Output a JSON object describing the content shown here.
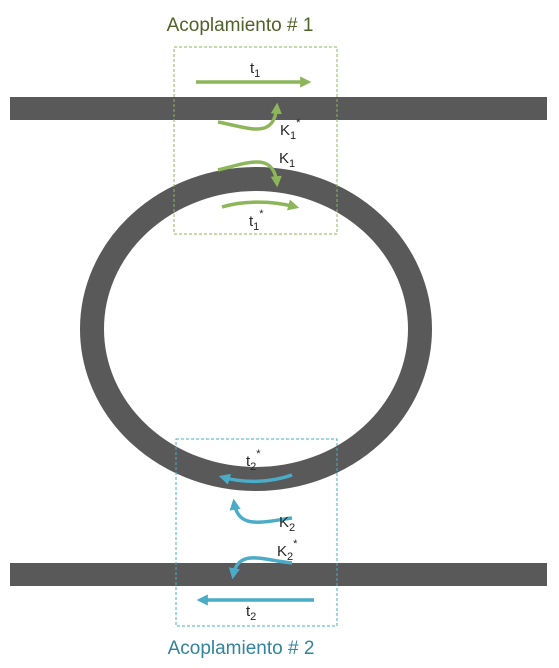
{
  "colors": {
    "coupler1": "#8DB65A",
    "coupler2": "#4AACC6",
    "title1": "#4F6228",
    "title2": "#31849B",
    "waveguide": "#595959",
    "text": "#262626"
  },
  "coupler1": {
    "title": "Acoplamiento # 1",
    "t_label": {
      "base": "t",
      "sub": "1",
      "sup": ""
    },
    "t_star_label": {
      "base": "t",
      "sub": "1",
      "sup": "*"
    },
    "k_label": {
      "base": "K",
      "sub": "1",
      "sup": ""
    },
    "k_star_label": {
      "base": "K",
      "sub": "1",
      "sup": "*"
    }
  },
  "coupler2": {
    "title": "Acoplamiento # 2",
    "t_label": {
      "base": "t",
      "sub": "2",
      "sup": ""
    },
    "t_star_label": {
      "base": "t",
      "sub": "2",
      "sup": "*"
    },
    "k_label": {
      "base": "K",
      "sub": "2",
      "sup": ""
    },
    "k_star_label": {
      "base": "K",
      "sub": "2",
      "sup": "*"
    }
  }
}
